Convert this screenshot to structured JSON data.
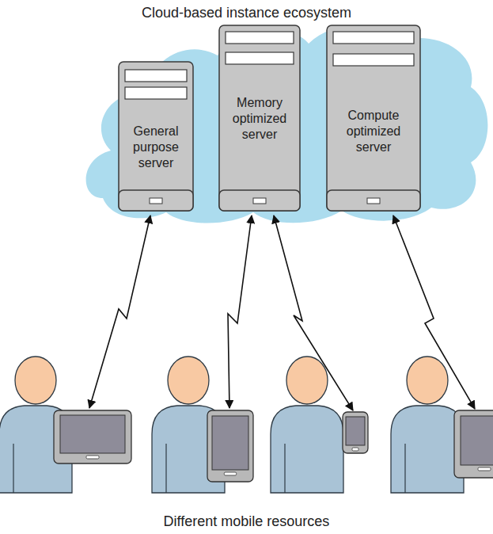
{
  "diagram": {
    "title": "Cloud-based instance ecosystem",
    "caption": "Different mobile resources",
    "nodes": [
      {
        "text": [
          "General purpose server"
        ]
      },
      {
        "text": [
          "Memory optimized server"
        ]
      },
      {
        "text": [
          "Compute optimized server"
        ]
      }
    ]
  }
}
